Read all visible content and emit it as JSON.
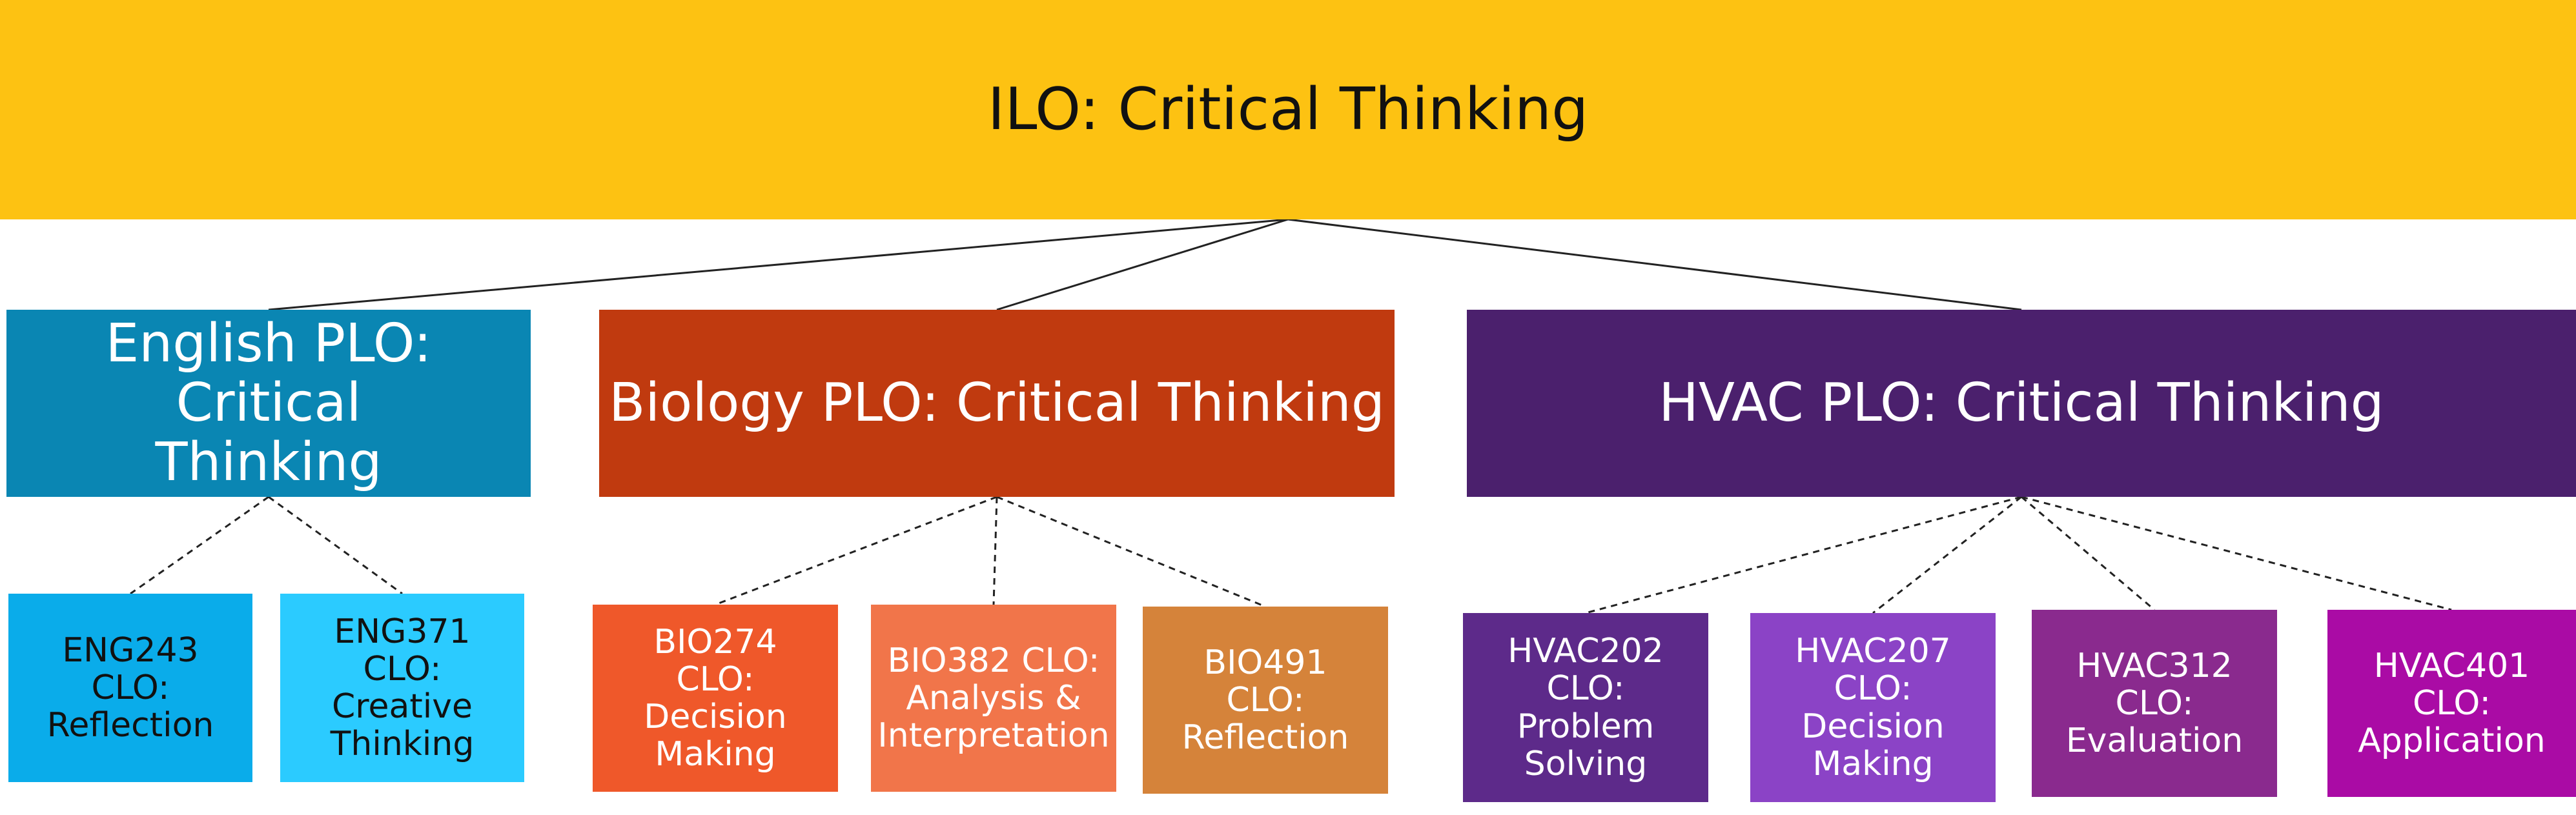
{
  "ilo": {
    "label": "ILO: Critical Thinking",
    "color": "#FDC212"
  },
  "plos": [
    {
      "label": "English PLO: Critical\nThinking",
      "color": "#0A86B3"
    },
    {
      "label": "Biology PLO: Critical Thinking",
      "color": "#C03A0F"
    },
    {
      "label": "HVAC PLO: Critical Thinking",
      "color": "#4B206D"
    }
  ],
  "clos": {
    "eng243": {
      "label": "ENG243\nCLO:\nReflection",
      "color": "#0AACEA"
    },
    "eng371": {
      "label": "ENG371\nCLO:\nCreative\nThinking",
      "color": "#2BCBFF"
    },
    "bio274": {
      "label": "BIO274\nCLO:\nDecision\nMaking",
      "color": "#EF582A"
    },
    "bio382": {
      "label": "BIO382 CLO:\nAnalysis &\nInterpretation",
      "color": "#F1754A"
    },
    "bio491": {
      "label": "BIO491\nCLO:\nReflection",
      "color": "#D5833A"
    },
    "hvac202": {
      "label": "HVAC202\nCLO:\nProblem\nSolving",
      "color": "#5D2A8A"
    },
    "hvac207": {
      "label": "HVAC207\nCLO:\nDecision\nMaking",
      "color": "#8B43C6"
    },
    "hvac312": {
      "label": "HVAC312\nCLO:\nEvaluation",
      "color": "#8A2A8E"
    },
    "hvac401": {
      "label": "HVAC401\nCLO:\nApplication",
      "color": "#AA0BA5"
    }
  },
  "edges": {
    "solid": [
      [
        "ilo",
        "plo-eng"
      ],
      [
        "ilo",
        "plo-bio"
      ],
      [
        "ilo",
        "plo-hvac"
      ]
    ],
    "dashed": [
      [
        "plo-eng",
        "eng243"
      ],
      [
        "plo-eng",
        "eng371"
      ],
      [
        "plo-bio",
        "bio274"
      ],
      [
        "plo-bio",
        "bio382"
      ],
      [
        "plo-bio",
        "bio491"
      ],
      [
        "plo-hvac",
        "hvac202"
      ],
      [
        "plo-hvac",
        "hvac207"
      ],
      [
        "plo-hvac",
        "hvac312"
      ],
      [
        "plo-hvac",
        "hvac401"
      ]
    ]
  }
}
